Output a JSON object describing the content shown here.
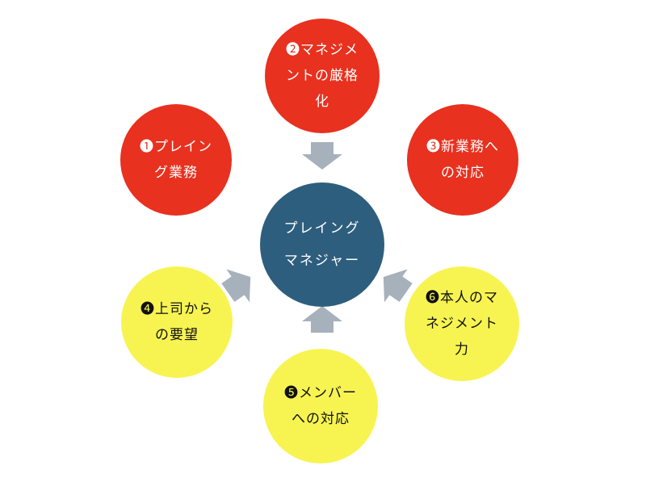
{
  "colors": {
    "red": "#e8311f",
    "yellow": "#f7f452",
    "center": "#2e5e7e",
    "arrow": "#a7b1bb"
  },
  "center": {
    "label": "プレイング\nマネジャー"
  },
  "nodes": [
    {
      "id": "playing-work",
      "label": "❶プレイン\nグ業務",
      "color": "red"
    },
    {
      "id": "strict-management",
      "label": "❷マネジメ\nントの厳格\n化",
      "color": "red"
    },
    {
      "id": "new-work",
      "label": "❸新業務へ\nの対応",
      "color": "red"
    },
    {
      "id": "boss-requests",
      "label": "❹上司から\nの要望",
      "color": "yellow"
    },
    {
      "id": "member-support",
      "label": "❺メンバー\nへの対応",
      "color": "yellow"
    },
    {
      "id": "own-management",
      "label": "❻本人のマ\nネジメント\n力",
      "color": "yellow"
    }
  ]
}
